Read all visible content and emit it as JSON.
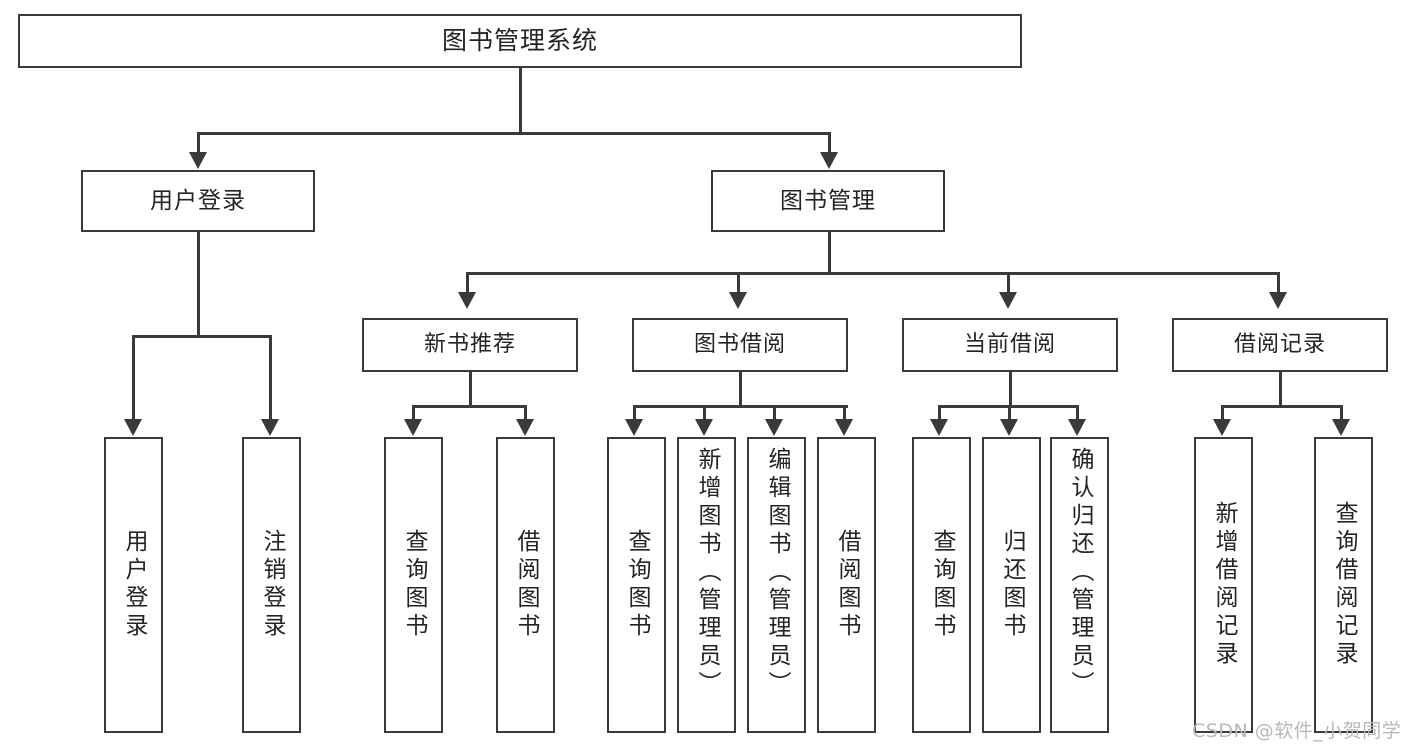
{
  "diagram": {
    "type": "tree",
    "title": "图书管理系统",
    "root": {
      "label": "图书管理系统"
    },
    "level2": [
      {
        "label": "用户登录"
      },
      {
        "label": "图书管理"
      }
    ],
    "level3": [
      {
        "label": "新书推荐"
      },
      {
        "label": "图书借阅"
      },
      {
        "label": "当前借阅"
      },
      {
        "label": "借阅记录"
      }
    ],
    "leaves": {
      "user_login": [
        {
          "label": "用户登录"
        },
        {
          "label": "注销登录"
        }
      ],
      "new_book_recommend": [
        {
          "label": "查询图书"
        },
        {
          "label": "借阅图书"
        }
      ],
      "book_borrow": [
        {
          "label": "查询图书"
        },
        {
          "label": "新增图书（管理员）"
        },
        {
          "label": "编辑图书（管理员）"
        },
        {
          "label": "借阅图书"
        }
      ],
      "current_borrow": [
        {
          "label": "查询图书"
        },
        {
          "label": "归还图书"
        },
        {
          "label": "确认归还（管理员）"
        }
      ],
      "borrow_record": [
        {
          "label": "新增借阅记录"
        },
        {
          "label": "查询借阅记录"
        }
      ]
    }
  },
  "watermark": {
    "text": "CSDN @软件_小贺同学"
  },
  "colors": {
    "stroke": "#3a3a3a",
    "fill": "#ffffff",
    "text": "#242424",
    "watermark": "#b9b9b9"
  }
}
